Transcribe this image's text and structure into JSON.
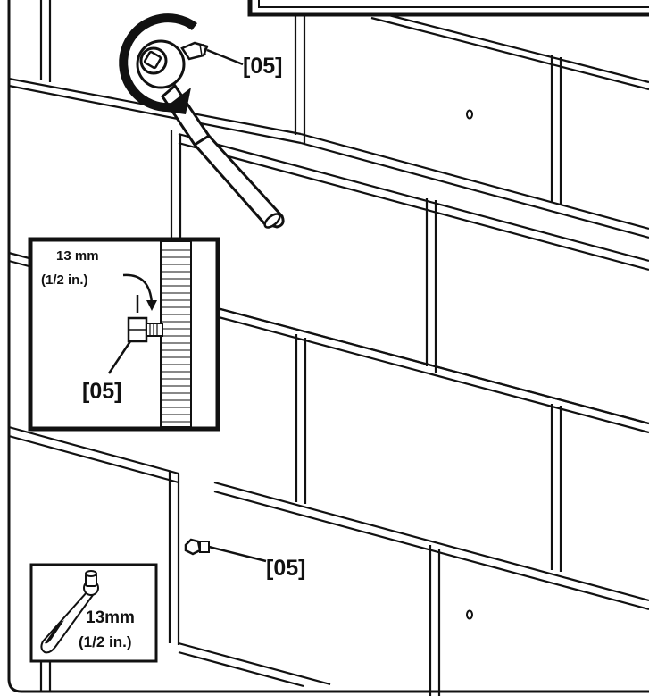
{
  "colors": {
    "ink": "#111111",
    "paper": "#ffffff",
    "grout": "#5a5a5a"
  },
  "part_id": "[05]",
  "callouts": {
    "wrench_callout": "[05]",
    "detail_callout": "[05]",
    "bolt_callout": "[05]"
  },
  "detail_inset": {
    "size_line1": "13 mm",
    "size_line2": "(1/2 in.)"
  },
  "tool_inset": {
    "size_line1": "13mm",
    "size_line2": "(1/2 in.)"
  },
  "icons": [
    "ratchet-wrench-icon",
    "rotation-arrow-icon",
    "bolt-icon",
    "socket-wrench-icon"
  ]
}
